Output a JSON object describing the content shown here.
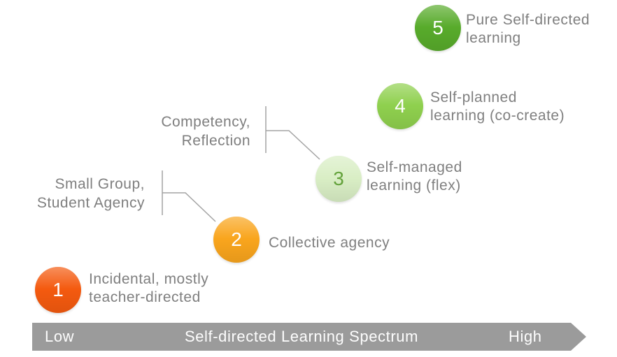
{
  "spectrum": {
    "steps": [
      {
        "number": "1",
        "label": "Incidental, mostly\nteacher-directed",
        "color": "#F45A0F",
        "number_color": "#FFFFFF"
      },
      {
        "number": "2",
        "label": "Collective agency",
        "color": "#F9A51D",
        "number_color": "#FFFFFF"
      },
      {
        "number": "3",
        "label": "Self-managed\nlearning (flex)",
        "color": "#D9EEC5",
        "number_color": "#64A23C"
      },
      {
        "number": "4",
        "label": "Self-planned\nlearning (co-create)",
        "color": "#8FD04E",
        "number_color": "#FFFFFF"
      },
      {
        "number": "5",
        "label": "Pure Self-directed\nlearning",
        "color": "#58AB2B",
        "number_color": "#FFFFFF"
      }
    ],
    "annotations": [
      {
        "text": "Competency,\nReflection"
      },
      {
        "text": "Small Group,\nStudent Agency"
      }
    ],
    "axis": {
      "low": "Low",
      "title": "Self-directed Learning Spectrum",
      "high": "High",
      "bar_color": "#9B9B9B"
    },
    "text_color": "#7F7F7F",
    "connector_color": "#A3A3A3"
  }
}
